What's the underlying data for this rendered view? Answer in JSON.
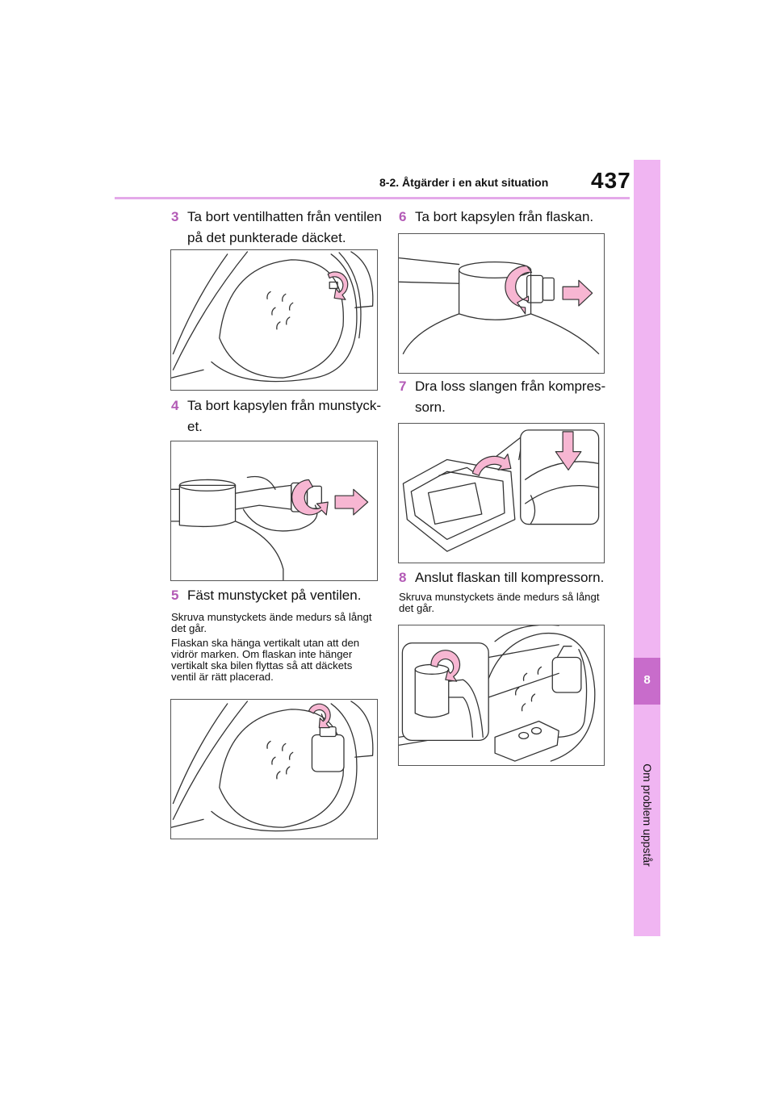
{
  "header": {
    "section": "8-2. Åtgärder i en akut situation",
    "page_number": "437"
  },
  "side_tab": {
    "chapter_number": "8",
    "chapter_title": "Om problem uppstår"
  },
  "steps": [
    {
      "number": "3",
      "line1": "Ta bort ventilhatten från ventilen",
      "line2": "på det punkterade däcket."
    },
    {
      "number": "4",
      "line1": "Ta bort kapsylen från munstyck-",
      "line2": "et."
    },
    {
      "number": "5",
      "line1": "Fäst munstycket på ventilen.",
      "line2": ""
    },
    {
      "number": "6",
      "line1": "Ta bort kapsylen från flaskan.",
      "line2": ""
    },
    {
      "number": "7",
      "line1": "Dra loss slangen från kompres-",
      "line2": "sorn."
    },
    {
      "number": "8",
      "line1": "Anslut flaskan till kompressorn.",
      "line2": ""
    }
  ],
  "notes": {
    "step5_note1": "Skruva munstyckets ände medurs så långt det går.",
    "step5_note2": "Flaskan ska hänga vertikalt utan att den vidrör marken. Om flaskan inte hänger vertikalt ska bilen flyttas så att däckets ventil är rätt placerad.",
    "step8_note1": "Skruva munstyckets ände medurs så långt det går."
  },
  "colors": {
    "accent": "#b35ab6",
    "tab": "#f0b5f2",
    "tab_dark": "#c86ccb",
    "arrow": "#f7b6d2"
  }
}
